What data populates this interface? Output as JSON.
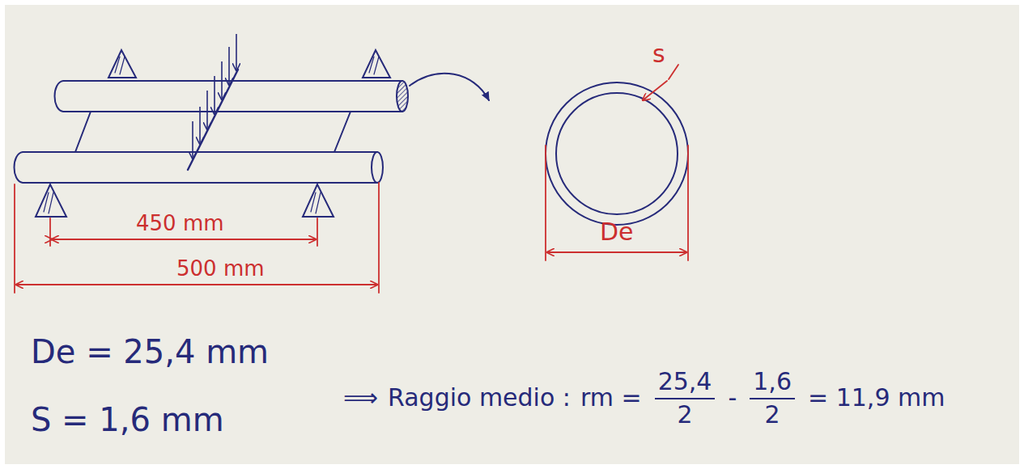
{
  "diagram": {
    "labels": [
      "s",
      "450 mm",
      "500 mm",
      "De",
      "De = 25,4 mm",
      "S = 1,6 mm",
      "⟹",
      "Raggio medio :",
      "rm =",
      "25,4",
      "2",
      "-",
      "1,6",
      "2",
      "= 11,9 mm"
    ]
  }
}
